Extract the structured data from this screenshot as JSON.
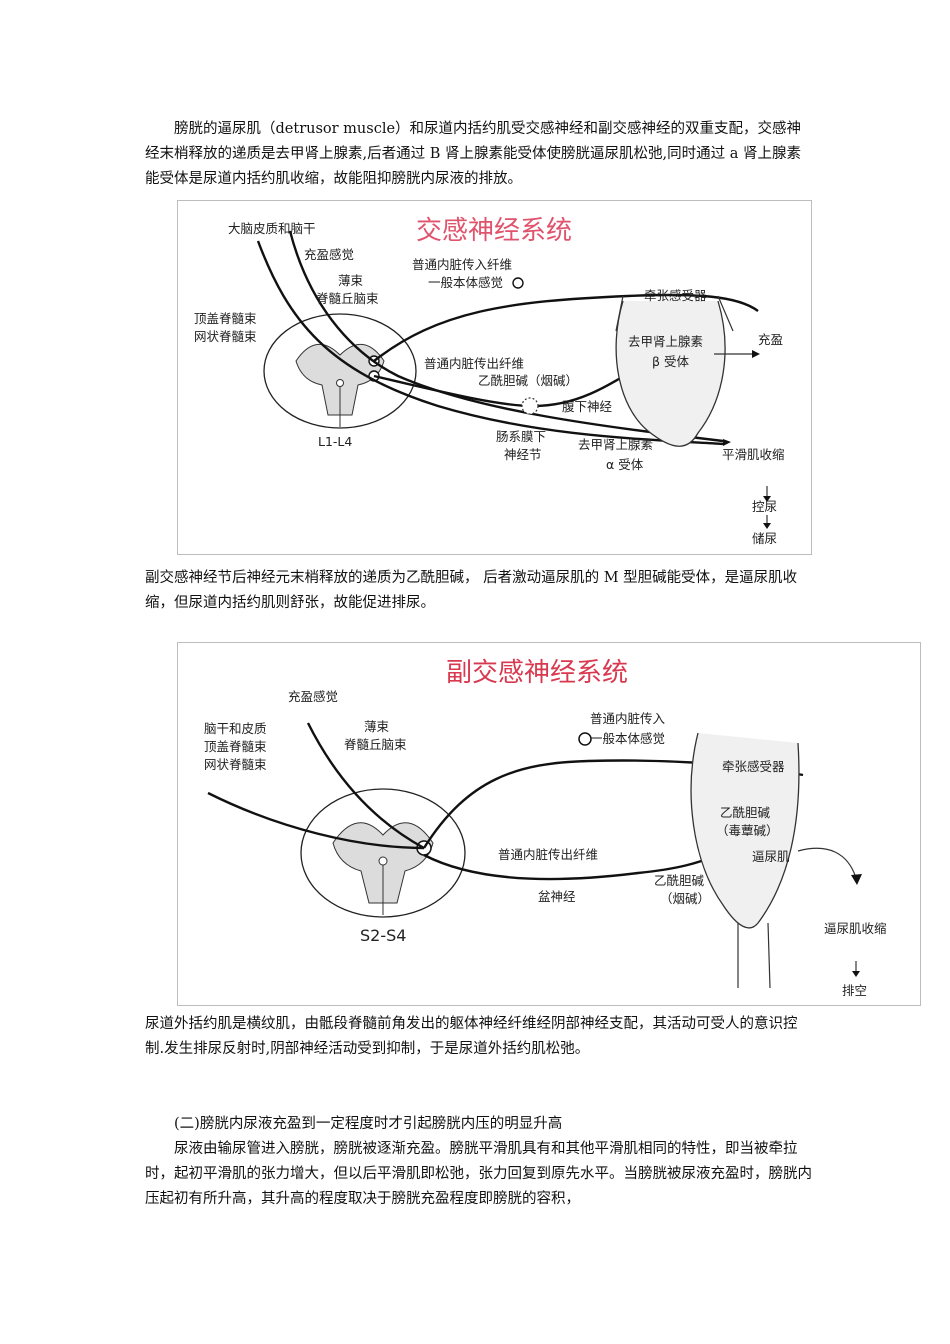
{
  "paragraphs": {
    "p1": "膀胱的逼尿肌（detrusor muscle）和尿道内括约肌受交感神经和副交感神经的双重支配，交感神经末梢释放的递质是去甲肾上腺素,后者通过 B 肾上腺素能受体使膀胱逼尿肌松弛,同时通过 a 肾上腺素能受体是尿道内括约肌收缩，故能阻抑膀胱内尿液的排放。",
    "p2": "副交感神经节后神经元末梢释放的递质为乙酰胆碱， 后者激动逼尿肌的 M 型胆碱能受体，是逼尿肌收缩，但尿道内括约肌则舒张，故能促进排尿。",
    "p3": "尿道外括约肌是横纹肌，由骶段脊髓前角发出的躯体神经纤维经阴部神经支配，其活动可受人的意识控制.发生排尿反射时,阴部神经活动受到抑制，于是尿道外括约肌松弛。",
    "p4": "(二)膀胱内尿液充盈到一定程度时才引起膀胱内压的明显升高",
    "p5": "尿液由输尿管进入膀胱，膀胱被逐渐充盈。膀胱平滑肌具有和其他平滑肌相同的特性，即当被牵拉时，起初平滑肌的张力增大，但以后平滑肌即松弛，张力回复到原先水平。当膀胱被尿液充盈时，膀胱内压起初有所升高，其升高的程度取决于膀胱充盈程度即膀胱的容积，"
  },
  "figure1": {
    "title": "交感神经系统",
    "labels": {
      "cortex": "大脑皮质和脑干",
      "fullness": "充盈感觉",
      "thin_tract_1": "薄束",
      "thin_tract_2": "脊髓丘脑束",
      "afferent_1": "普通内脏传入纤维",
      "afferent_2": "一般本体感觉",
      "stretch_receptor": "牵张感受器",
      "tectospinal": "顶盖脊髓束",
      "reticulospinal": "网状脊髓束",
      "noradrenaline_beta": "去甲肾上腺素",
      "beta_receptor": "β 受体",
      "filling": "充盈",
      "efferent": "普通内脏传出纤维",
      "ach_nicotine": "乙酰胆碱（烟碱）",
      "hypogastric": "腹下神经",
      "segment": "L1-L4",
      "mesenteric_1": "肠系膜下",
      "mesenteric_2": "神经节",
      "noradrenaline_alpha": "去甲肾上腺素",
      "alpha_receptor": "α 受体",
      "smooth_contract": "平滑肌收缩",
      "control_urine": "控尿",
      "store_urine": "储尿"
    }
  },
  "figure2": {
    "title": "副交感神经系统",
    "labels": {
      "fullness": "充盈感觉",
      "brainstem": "脑干和皮质",
      "tectospinal": "顶盖脊髓束",
      "reticulospinal": "网状脊髓束",
      "thin_tract_1": "薄束",
      "thin_tract_2": "脊髓丘脑束",
      "afferent_1": "普通内脏传入",
      "afferent_2": "一般本体感觉",
      "stretch_receptor": "牵张感受器",
      "ach_muscarine_1": "乙酰胆碱",
      "ach_muscarine_2": "（毒蕈碱）",
      "efferent": "普通内脏传出纤维",
      "detrusor": "逼尿肌",
      "ach_nicotine_1": "乙酰胆碱",
      "ach_nicotine_2": "（烟碱）",
      "pelvic": "盆神经",
      "segment": "S2-S4",
      "detrusor_contract": "逼尿肌收缩",
      "emptying": "排空"
    }
  }
}
